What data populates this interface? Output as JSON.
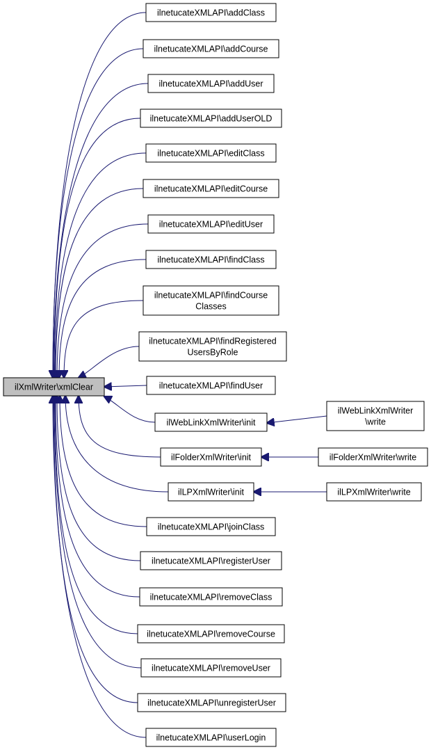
{
  "diagram": {
    "edge_color": "#191970",
    "root_fill": "#bfbfbf",
    "nodes": [
      {
        "id": "root",
        "lines": [
          "ilXmlWriter\\xmlClear"
        ],
        "root": true
      },
      {
        "id": "addClass",
        "lines": [
          "ilnetucateXMLAPI\\addClass"
        ]
      },
      {
        "id": "addCourse",
        "lines": [
          "ilnetucateXMLAPI\\addCourse"
        ]
      },
      {
        "id": "addUser",
        "lines": [
          "ilnetucateXMLAPI\\addUser"
        ]
      },
      {
        "id": "addUserOLD",
        "lines": [
          "ilnetucateXMLAPI\\addUserOLD"
        ]
      },
      {
        "id": "editClass",
        "lines": [
          "ilnetucateXMLAPI\\editClass"
        ]
      },
      {
        "id": "editCourse",
        "lines": [
          "ilnetucateXMLAPI\\editCourse"
        ]
      },
      {
        "id": "editUser",
        "lines": [
          "ilnetucateXMLAPI\\editUser"
        ]
      },
      {
        "id": "findClass",
        "lines": [
          "ilnetucateXMLAPI\\findClass"
        ]
      },
      {
        "id": "findCourseClasses",
        "lines": [
          "ilnetucateXMLAPI\\findCourse",
          "Classes"
        ]
      },
      {
        "id": "findRegisteredUsersByRole",
        "lines": [
          "ilnetucateXMLAPI\\findRegistered",
          "UsersByRole"
        ]
      },
      {
        "id": "findUser",
        "lines": [
          "ilnetucateXMLAPI\\findUser"
        ]
      },
      {
        "id": "webLinkInit",
        "lines": [
          "ilWebLinkXmlWriter\\init"
        ]
      },
      {
        "id": "folderInit",
        "lines": [
          "ilFolderXmlWriter\\init"
        ]
      },
      {
        "id": "lpInit",
        "lines": [
          "ilLPXmlWriter\\init"
        ]
      },
      {
        "id": "joinClass",
        "lines": [
          "ilnetucateXMLAPI\\joinClass"
        ]
      },
      {
        "id": "registerUser",
        "lines": [
          "ilnetucateXMLAPI\\registerUser"
        ]
      },
      {
        "id": "removeClass",
        "lines": [
          "ilnetucateXMLAPI\\removeClass"
        ]
      },
      {
        "id": "removeCourse",
        "lines": [
          "ilnetucateXMLAPI\\removeCourse"
        ]
      },
      {
        "id": "removeUser",
        "lines": [
          "ilnetucateXMLAPI\\removeUser"
        ]
      },
      {
        "id": "unregisterUser",
        "lines": [
          "ilnetucateXMLAPI\\unregisterUser"
        ]
      },
      {
        "id": "userLogin",
        "lines": [
          "ilnetucateXMLAPI\\userLogin"
        ]
      },
      {
        "id": "webLinkWrite",
        "lines": [
          "ilWebLinkXmlWriter",
          "\\write"
        ]
      },
      {
        "id": "folderWrite",
        "lines": [
          "ilFolderXmlWriter\\write"
        ]
      },
      {
        "id": "lpWrite",
        "lines": [
          "ilLPXmlWriter\\write"
        ]
      }
    ],
    "edges": [
      {
        "from": "addClass",
        "to": "root"
      },
      {
        "from": "addCourse",
        "to": "root"
      },
      {
        "from": "addUser",
        "to": "root"
      },
      {
        "from": "addUserOLD",
        "to": "root"
      },
      {
        "from": "editClass",
        "to": "root"
      },
      {
        "from": "editCourse",
        "to": "root"
      },
      {
        "from": "editUser",
        "to": "root"
      },
      {
        "from": "findClass",
        "to": "root"
      },
      {
        "from": "findCourseClasses",
        "to": "root"
      },
      {
        "from": "findRegisteredUsersByRole",
        "to": "root"
      },
      {
        "from": "findUser",
        "to": "root"
      },
      {
        "from": "webLinkInit",
        "to": "root"
      },
      {
        "from": "folderInit",
        "to": "root"
      },
      {
        "from": "lpInit",
        "to": "root"
      },
      {
        "from": "joinClass",
        "to": "root"
      },
      {
        "from": "registerUser",
        "to": "root"
      },
      {
        "from": "removeClass",
        "to": "root"
      },
      {
        "from": "removeCourse",
        "to": "root"
      },
      {
        "from": "removeUser",
        "to": "root"
      },
      {
        "from": "unregisterUser",
        "to": "root"
      },
      {
        "from": "userLogin",
        "to": "root"
      },
      {
        "from": "webLinkWrite",
        "to": "webLinkInit"
      },
      {
        "from": "folderWrite",
        "to": "folderInit"
      },
      {
        "from": "lpWrite",
        "to": "lpInit"
      }
    ]
  }
}
